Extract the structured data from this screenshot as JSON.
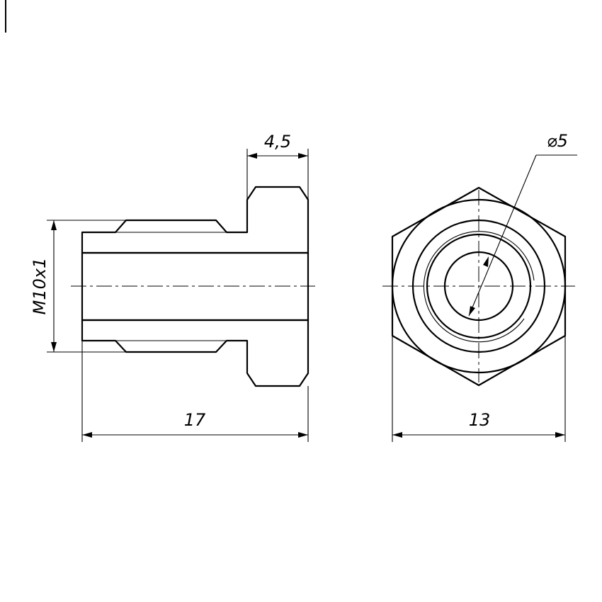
{
  "dimensions": {
    "flange_width": "4,5",
    "thread": "M10x1",
    "overall_length": "17",
    "bore_diameter": "⌀5",
    "hex_size": "13"
  }
}
